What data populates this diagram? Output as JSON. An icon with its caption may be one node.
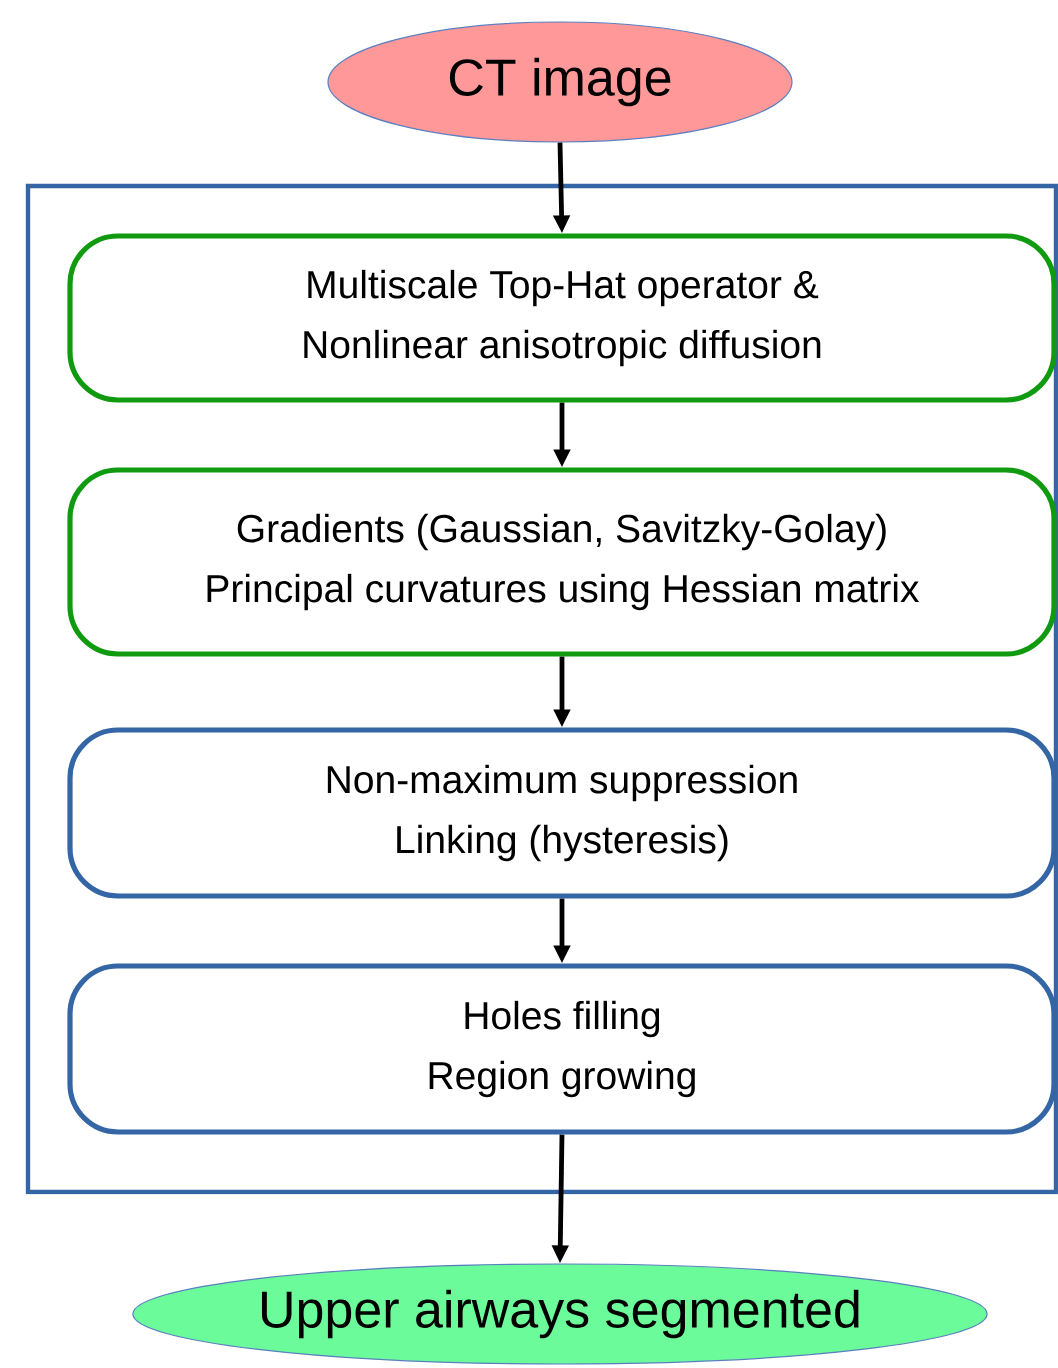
{
  "diagram": {
    "nodes": [
      {
        "text": [
          "CT image"
        ]
      },
      {
        "text": [],
        "shape": "box"
      },
      {
        "text": [
          "Multiscale Top-Hat operator &",
          "Nonlinear anisotropic diffusion"
        ],
        "in": 1
      },
      {
        "text": [
          "Gradients (Gaussian, Savitzky-Golay)",
          "Principal curvatures using Hessian matrix"
        ],
        "in": 1
      },
      {
        "text": [
          "Non-maximum suppression",
          "Linking (hysteresis)"
        ],
        "in": 1
      },
      {
        "text": [
          "Holes filling",
          "Region growing"
        ],
        "in": 1
      },
      {
        "text": [
          "Upper airways segmented"
        ]
      }
    ],
    "edges": [
      {
        "from": 0,
        "to": 2,
        "arrow": "to"
      },
      {
        "from": 2,
        "to": 3,
        "arrow": "to"
      },
      {
        "from": 3,
        "to": 4,
        "arrow": "to"
      },
      {
        "from": 4,
        "to": 5,
        "arrow": "to"
      },
      {
        "from": 5,
        "to": 6,
        "arrow": "to"
      }
    ]
  }
}
